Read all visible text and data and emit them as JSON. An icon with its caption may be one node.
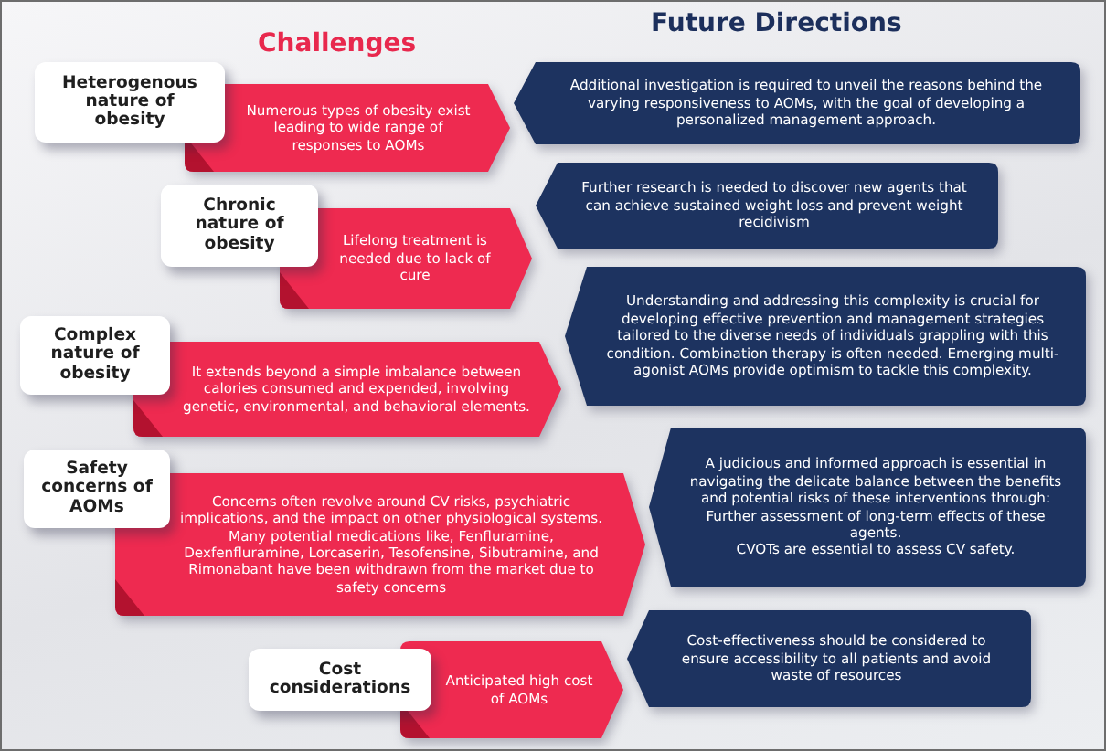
{
  "diagram": {
    "nodes": [
      {
        "text": [
          "Heterogenous nature of obesity"
        ]
      },
      {
        "text": [
          "Numerous types of obesity exist leading to wide range of responses to AOMs"
        ]
      },
      {
        "text": [
          "Additional investigation is required to unveil the reasons behind the varying responsiveness to AOMs, with the goal of developing a personalized management approach."
        ]
      },
      {
        "text": [
          "Chronic nature of obesity"
        ]
      },
      {
        "text": [
          "Lifelong treatment is needed due to lack of cure"
        ]
      },
      {
        "text": [
          "Further research is needed to discover new agents that can achieve sustained weight loss and prevent weight recidivism"
        ]
      },
      {
        "text": [
          "Complex nature of obesity"
        ]
      },
      {
        "text": [
          "It extends beyond a simple imbalance between calories consumed and expended, involving genetic, environmental, and behavioral elements."
        ]
      },
      {
        "text": [
          "Understanding and addressing this complexity is crucial for developing effective prevention and management strategies tailored to the diverse needs of individuals grappling with this condition. Combination therapy is often needed. Emerging multi-agonist AOMs provide optimism to tackle this complexity."
        ]
      },
      {
        "text": [
          "Safety concerns of AOMs"
        ]
      },
      {
        "text": [
          "Concerns often revolve around CV risks, psychiatric implications, and the impact on other physiological systems. Many potential medications like, Fenfluramine, Dexfenfluramine, Lorcaserin, Tesofensine, Sibutramine, and Rimonabant have been withdrawn from the market due to safety concerns"
        ]
      },
      {
        "text": [
          "A judicious and informed approach is essential in navigating the delicate balance between the benefits and potential risks of these interventions through:",
          "Further assessment of long-term effects of these agents.",
          "CVOTs are essential to assess CV safety."
        ]
      },
      {
        "text": [
          "Cost considerations"
        ]
      },
      {
        "text": [
          "Anticipated high cost of AOMs"
        ]
      },
      {
        "text": [
          "Cost-effectiveness should be considered to ensure accessibility to all patients and avoid waste of resources"
        ]
      }
    ],
    "labels": [
      "Challenges",
      "Future Directions"
    ]
  }
}
